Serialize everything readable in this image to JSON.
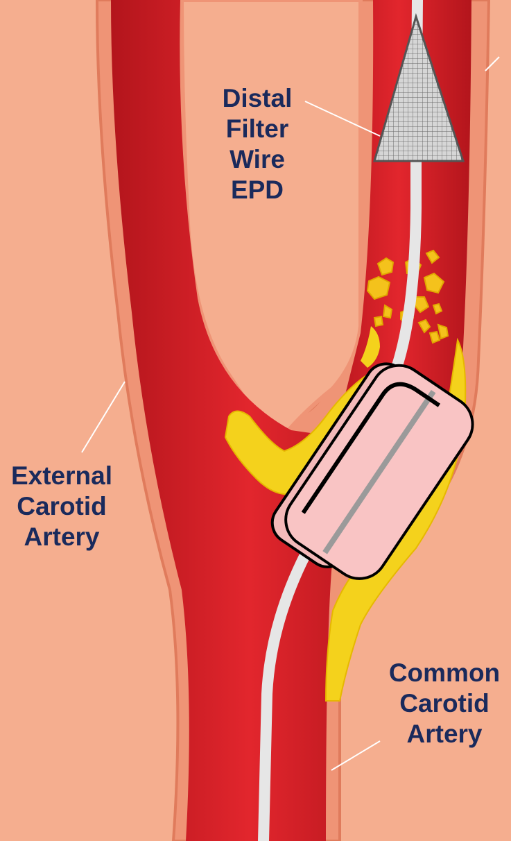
{
  "labels": {
    "filter": [
      "Distal",
      "Filter",
      "Wire",
      "EPD"
    ],
    "external": [
      "External",
      "Carotid",
      "Artery"
    ],
    "common": [
      "Common",
      "Carotid",
      "Artery"
    ]
  },
  "colors": {
    "background": "#f5ae8f",
    "vessel_wall": "#ef9476",
    "vessel_wall_edge": "#e07b5c",
    "blood": "#d81f26",
    "blood_dark": "#b0141b",
    "plaque": "#f4d21c",
    "plaque_light": "#ffe460",
    "device": "#f9c4c4",
    "filter_mesh": "#cfcfcf",
    "guidewire": "#e6e6e6",
    "text": "#1a2a5c",
    "leader": "#ffffff"
  },
  "icons": {
    "filter": "mesh-triangle-icon",
    "device": "catheter-capsule-icon",
    "debris": "embolic-debris-icon"
  }
}
